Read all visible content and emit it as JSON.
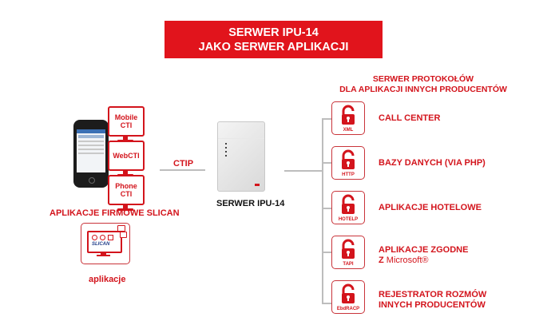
{
  "header": {
    "line1": "SERWER IPU-14",
    "line2": "JAKO SERWER APLIKACJI"
  },
  "left": {
    "monitors": [
      {
        "line1": "Mobile",
        "line2": "CTI"
      },
      {
        "line1": "WebCTI",
        "line2": ""
      },
      {
        "line1": "Phone",
        "line2": "CTI"
      }
    ],
    "phone_icon": "smartphone-icon",
    "caption": "APLIKACJE FIRMOWE SLICAN",
    "apps_logo_text": "SLICAN",
    "apps_caption": "aplikacje"
  },
  "center": {
    "link_label": "CTIP",
    "server_label": "SERWER IPU-14"
  },
  "right": {
    "title_line1": "SERWER PROTOKOŁÓW",
    "title_line2": "DLA APLIKACJI INNYCH PRODUCENTÓW",
    "items": [
      {
        "protocol": "XML",
        "line1": "CALL CENTER",
        "line2": ""
      },
      {
        "protocol": "HTTP",
        "line1": "BAZY DANYCH (VIA PHP)",
        "line2": ""
      },
      {
        "protocol": "HOTELP",
        "line1": "APLIKACJE HOTELOWE",
        "line2": ""
      },
      {
        "protocol": "TAPI",
        "line1": "APLIKACJE ZGODNE",
        "line2_prefix": "Z",
        "line2_brand": "Microsoft®"
      },
      {
        "protocol": "EbdRACP",
        "line1": "REJESTRATOR ROZMÓW",
        "line2": "INNYCH PRODUCENTÓW"
      }
    ]
  },
  "colors": {
    "brand_red": "#e1141c",
    "text_red": "#d3141c",
    "connector_gray": "#bdbdbd"
  }
}
